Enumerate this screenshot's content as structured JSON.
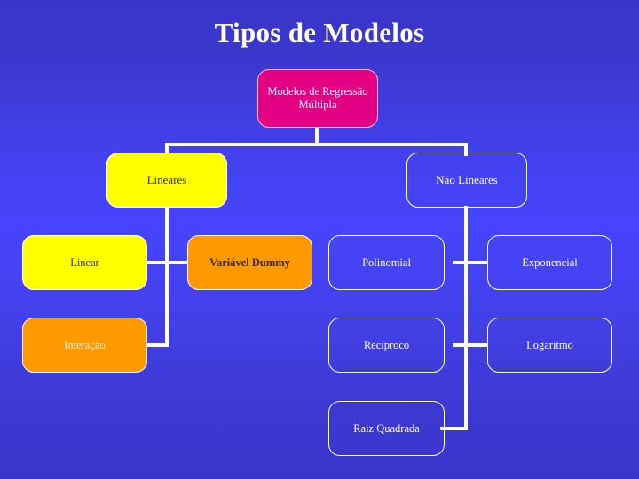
{
  "slide": {
    "title": "Tipos de Modelos",
    "background_top_color": "#3935c9",
    "background_mid_color": "#4644fc",
    "connector_color": "#ffffff"
  },
  "diagram_data": {
    "type": "tree-diagram",
    "root": {
      "id": "root",
      "label": "Modelos de Regressão Múltipla",
      "line1": "Modelos de Regressão",
      "line2": "Múltipla",
      "fill": "#e30085",
      "text_color": "#ffffff"
    },
    "branches": [
      {
        "id": "lineares",
        "label": "Lineares",
        "fill": "#ffff00",
        "text_color": "#33331a",
        "children": [
          {
            "id": "linear",
            "label": "Linear",
            "fill": "#ffff00",
            "text_color": "#33331a"
          },
          {
            "id": "variavel-dummy",
            "label": "Variável Dummy",
            "fill": "#ff9900",
            "text_color": "#3a2a12"
          },
          {
            "id": "interacao",
            "label": "Interação",
            "fill": "#ff9900",
            "text_color": "#fff4e3"
          }
        ]
      },
      {
        "id": "nao-lineares",
        "label": "Não Lineares",
        "fill": "transparent",
        "text_color": "#ffffff",
        "children": [
          {
            "id": "polinomial",
            "label": "Polinomial",
            "fill": "transparent",
            "text_color": "#ffffff"
          },
          {
            "id": "exponencial",
            "label": "Exponencial",
            "fill": "transparent",
            "text_color": "#ffffff"
          },
          {
            "id": "reciproco",
            "label": "Recíproco",
            "fill": "transparent",
            "text_color": "#ffffff"
          },
          {
            "id": "logaritmo",
            "label": "Logaritmo",
            "fill": "transparent",
            "text_color": "#ffffff"
          },
          {
            "id": "raiz-quadrada",
            "label": "Raiz Quadrada",
            "fill": "transparent",
            "text_color": "#ffffff"
          }
        ]
      }
    ]
  }
}
